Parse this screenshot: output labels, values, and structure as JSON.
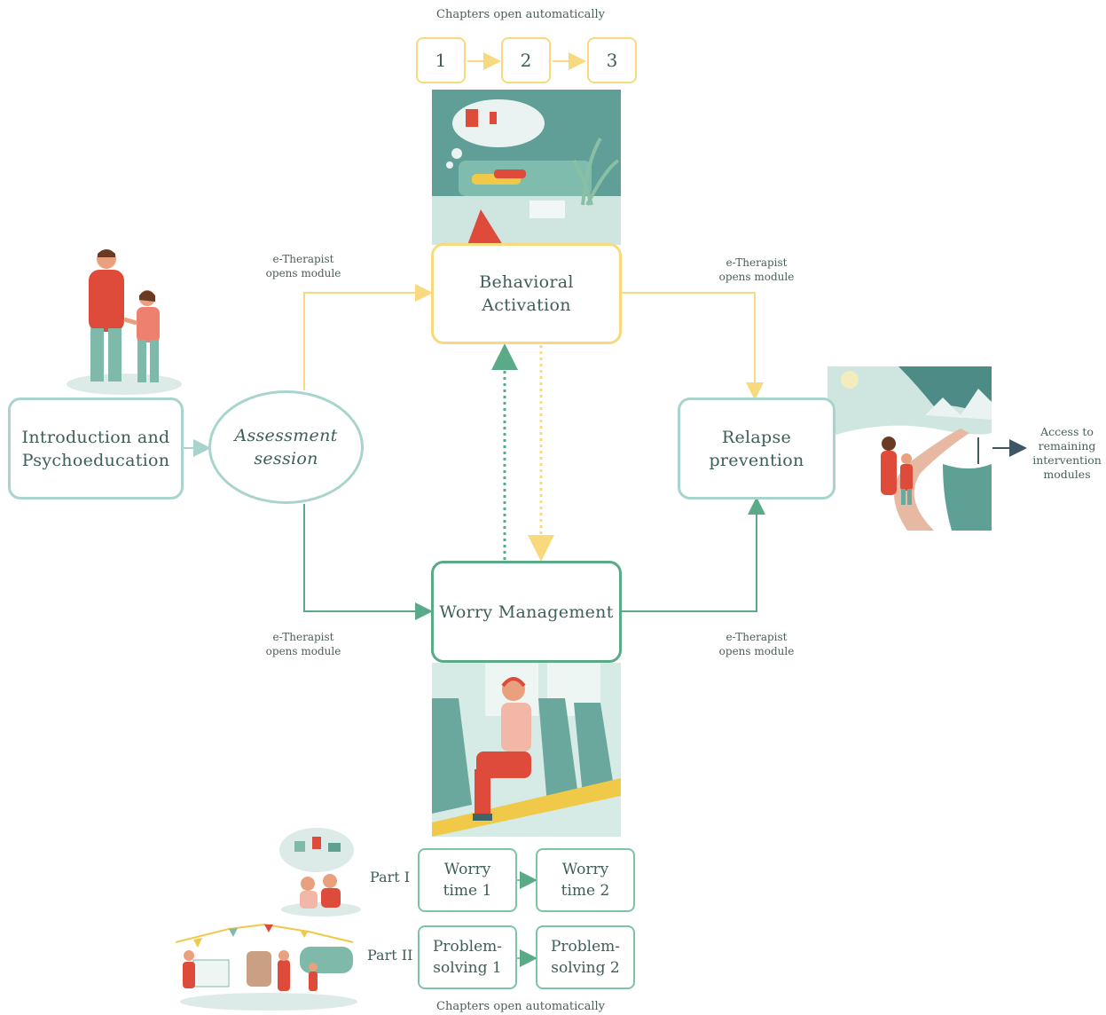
{
  "header": {
    "chapters_top": "Chapters open automatically"
  },
  "chapters_top": [
    "1",
    "2",
    "3"
  ],
  "nodes": {
    "intro": [
      "Introduction and",
      "Psychoeducation"
    ],
    "assessment": [
      "Assessment",
      "session"
    ],
    "behavioral": [
      "Behavioral",
      "Activation"
    ],
    "worry": "Worry Management",
    "relapse": [
      "Relapse",
      "prevention"
    ]
  },
  "edge_labels": {
    "top_left": [
      "e-Therapist",
      "opens module"
    ],
    "top_right": [
      "e-Therapist",
      "opens module"
    ],
    "bottom_left": [
      "e-Therapist",
      "opens module"
    ],
    "bottom_right": [
      "e-Therapist",
      "opens module"
    ]
  },
  "access": [
    "Access to",
    "remaining",
    "intervention",
    "modules"
  ],
  "parts": {
    "part1": {
      "label": "Part I",
      "a": [
        "Worry",
        "time 1"
      ],
      "b": [
        "Worry",
        "time 2"
      ]
    },
    "part2": {
      "label": "Part II",
      "a": [
        "Problem-",
        "solving 1"
      ],
      "b": [
        "Problem-",
        "solving 2"
      ]
    }
  },
  "footer": {
    "chapters_bottom": "Chapters open automatically"
  },
  "colors": {
    "yellow": "#f8d97d",
    "green": "#5aa987",
    "teal": "#a9d4cd",
    "arrow": "#5e7a84"
  }
}
